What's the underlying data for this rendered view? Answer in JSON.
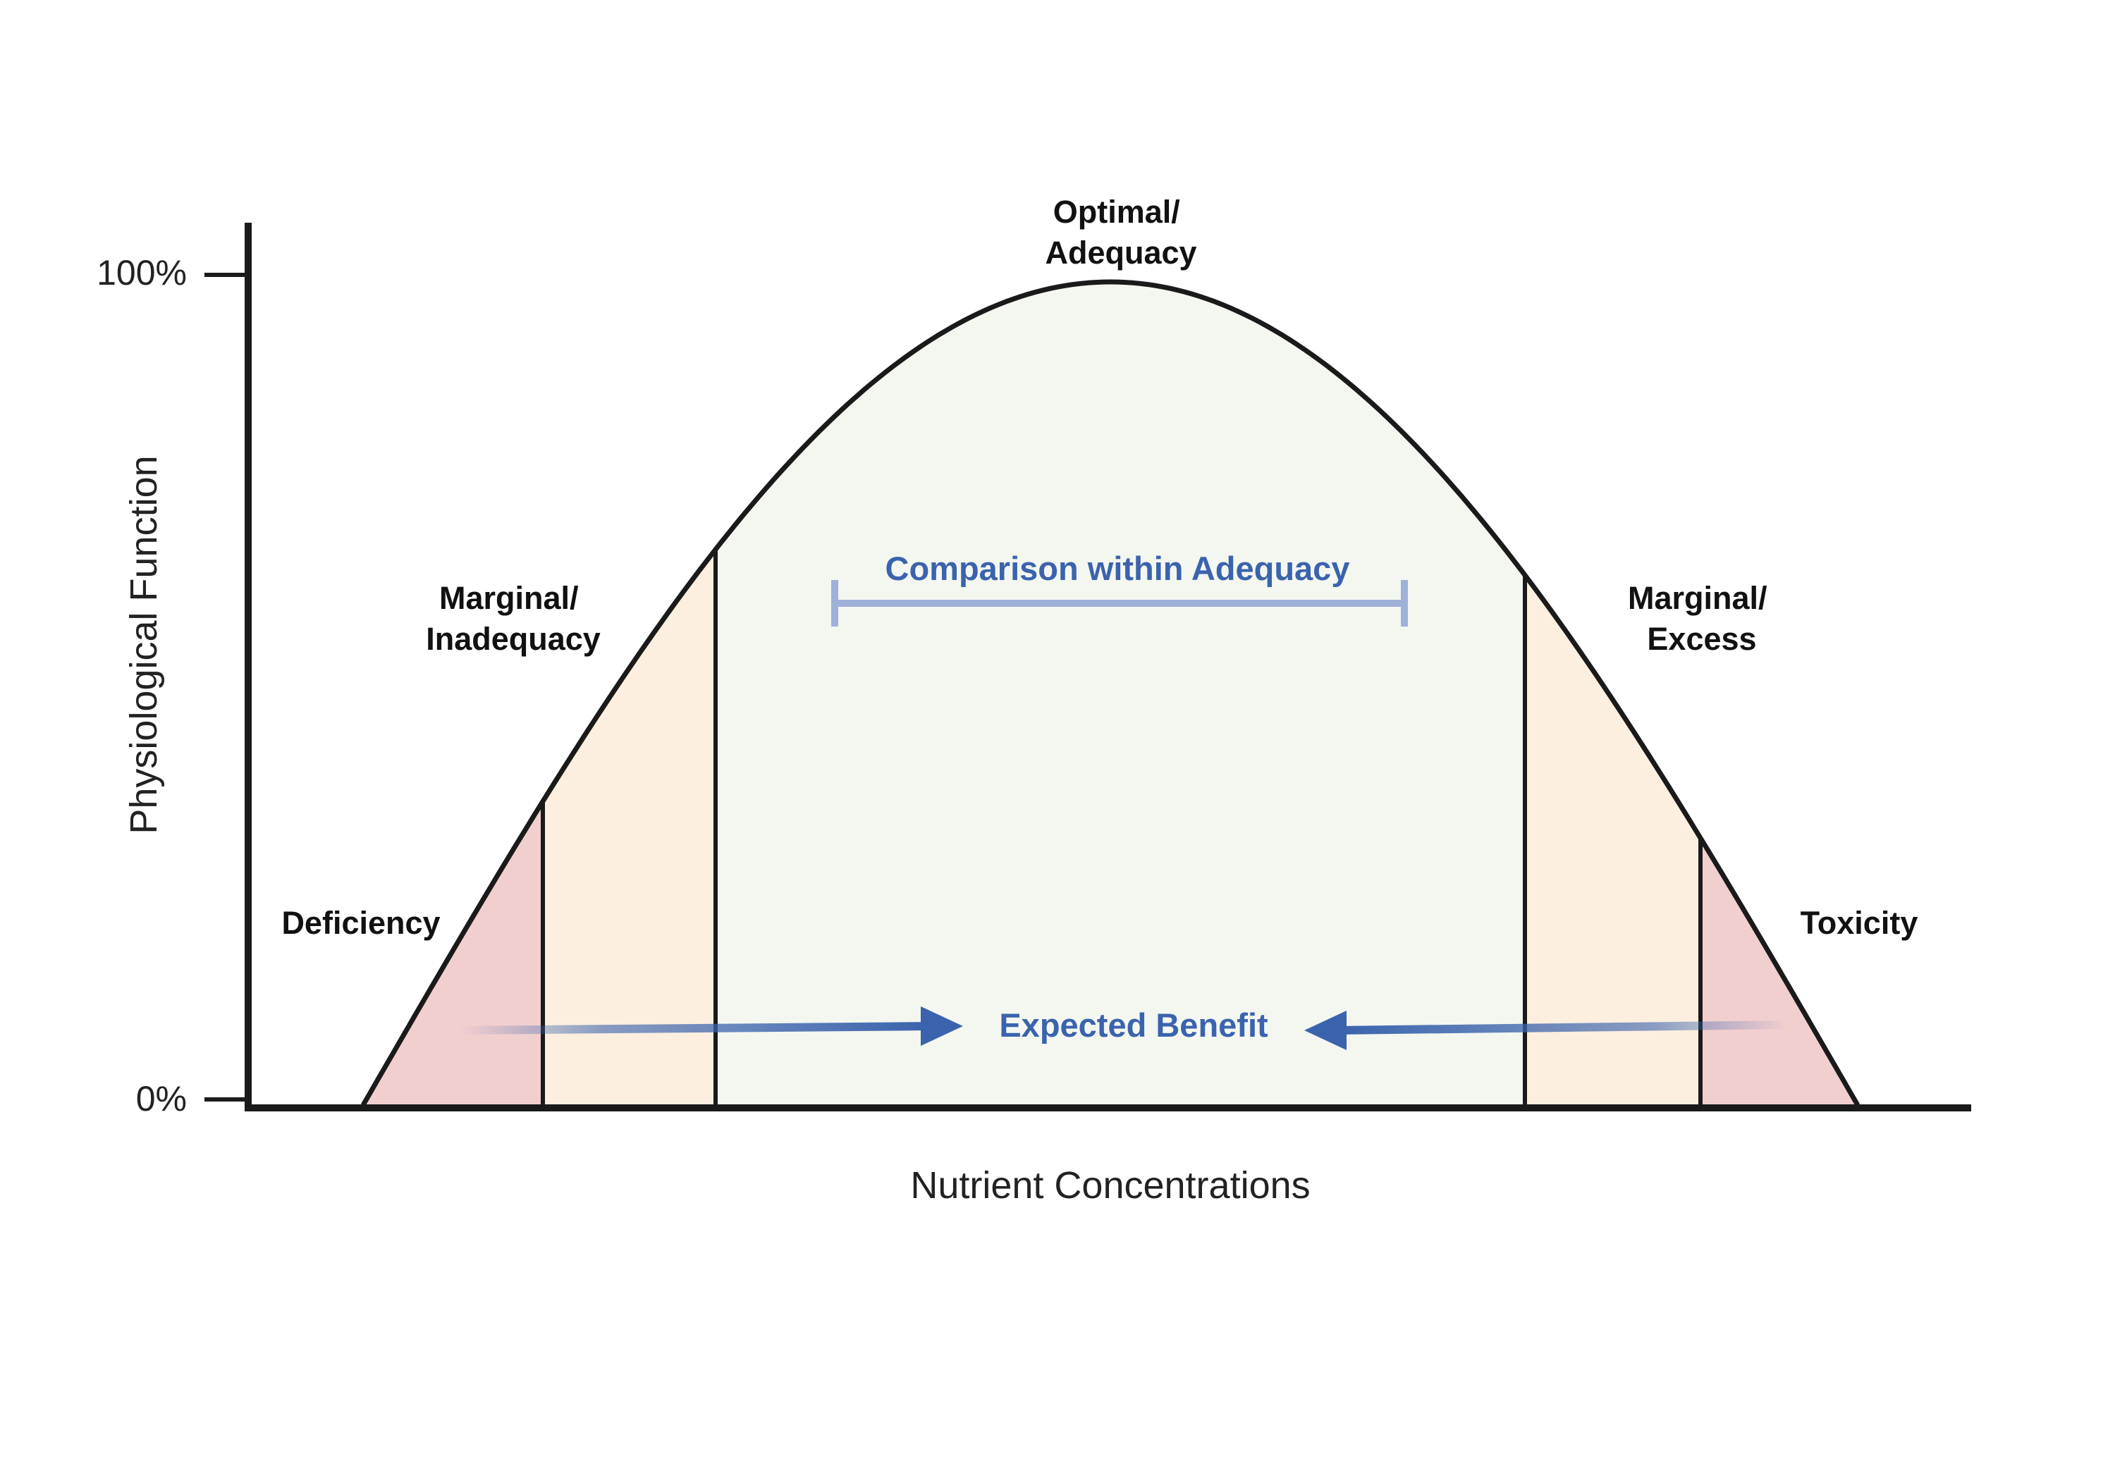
{
  "axes": {
    "y_label": "Physiological Function",
    "x_label": "Nutrient Concentrations",
    "y_ticks": [
      "100%",
      "0%"
    ]
  },
  "zones": [
    {
      "id": "deficiency",
      "label_lines": [
        "Deficiency"
      ],
      "color": "#f2cfcf"
    },
    {
      "id": "marginal-inadequacy",
      "label_lines": [
        "Marginal/",
        "Inadequacy"
      ],
      "color": "#fcefdf"
    },
    {
      "id": "optimal-adequacy",
      "label_lines": [
        "Optimal/",
        "Adequacy"
      ],
      "color": "#f3f7f0"
    },
    {
      "id": "marginal-excess",
      "label_lines": [
        "Marginal/",
        "Excess"
      ],
      "color": "#fcefdf"
    },
    {
      "id": "toxicity",
      "label_lines": [
        "Toxicity"
      ],
      "color": "#f2cfcf"
    }
  ],
  "annotations": {
    "comparison": "Comparison within Adequacy",
    "expected_benefit": "Expected Benefit"
  },
  "colors": {
    "accent_blue": "#3b63ad",
    "light_blue": "#9fb1d9",
    "outline": "#1a1a1a"
  }
}
